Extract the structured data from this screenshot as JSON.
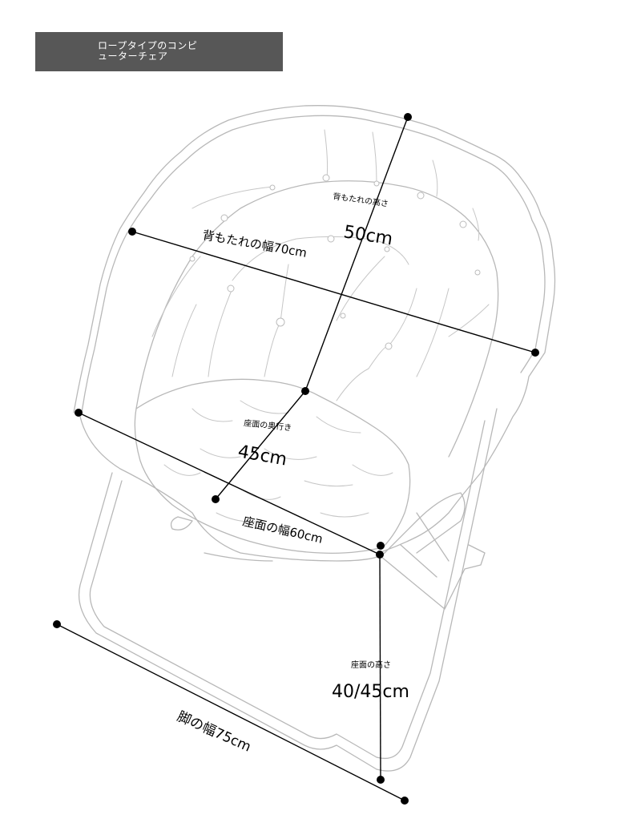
{
  "title": {
    "line1": "ロープタイプのコンピ",
    "line2": "ューターチェア"
  },
  "dimensions": {
    "backrest_height": {
      "label": "背もたれの高さ",
      "value": "50cm"
    },
    "backrest_width": {
      "label": "背もたれの幅70cm"
    },
    "seat_depth": {
      "label": "座面の奥行き",
      "value": "45cm"
    },
    "seat_width": {
      "label": "座面の幅60cm"
    },
    "seat_height": {
      "label": "座面の高さ",
      "value": "40/45cm"
    },
    "leg_width": {
      "label": "脚の幅75cm"
    }
  }
}
